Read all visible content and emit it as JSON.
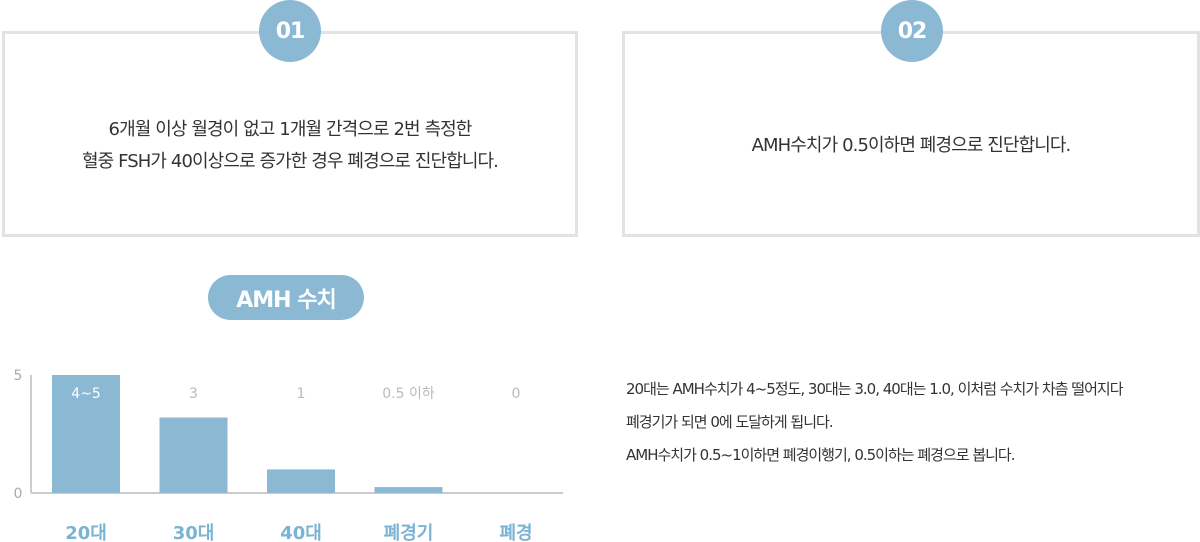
{
  "cards": [
    {
      "number": "01",
      "lines": [
        "6개월 이상 월경이 없고 1개월 간격으로 2번 측정한",
        "혈중 FSH가 40이상으로 증가한 경우 폐경으로 진단합니다."
      ]
    },
    {
      "number": "02",
      "lines": [
        "AMH수치가 0.5이하면 폐경으로 진단합니다."
      ]
    }
  ],
  "section_pill": "AMH 수치",
  "chart_data": {
    "type": "bar",
    "title": "",
    "xlabel": "",
    "ylabel": "",
    "categories": [
      "20대",
      "30대",
      "40대",
      "폐경기",
      "폐경"
    ],
    "values": [
      5,
      3.2,
      1,
      0.25,
      0
    ],
    "data_labels": [
      "4~5",
      "3",
      "1",
      "0.5 이하",
      "0"
    ],
    "y_ticks": [
      "0",
      "5"
    ],
    "ylim": [
      0,
      5
    ],
    "grid": false,
    "colors": {
      "bar": "#8bb9d4",
      "axis": "#cccccc",
      "category": "#7ab3d3"
    }
  },
  "description": [
    "20대는 AMH수치가 4~5정도, 30대는 3.0, 40대는 1.0, 이처럼 수치가 차츰 떨어지다",
    "폐경기가 되면 0에 도달하게 됩니다.",
    "AMH수치가 0.5~1이하면 폐경이행기, 0.5이하는 폐경으로 봅니다."
  ]
}
